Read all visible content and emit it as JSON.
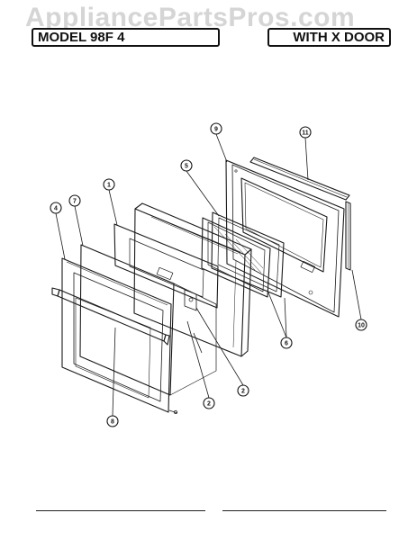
{
  "header": {
    "model_label": "MODEL 98F 4",
    "door_label": "WITH X DOOR"
  },
  "watermark": "AppliancePartsPros.com",
  "callouts": [
    "1",
    "7",
    "4",
    "5",
    "9",
    "11",
    "2",
    "2",
    "6",
    "8",
    "10"
  ]
}
